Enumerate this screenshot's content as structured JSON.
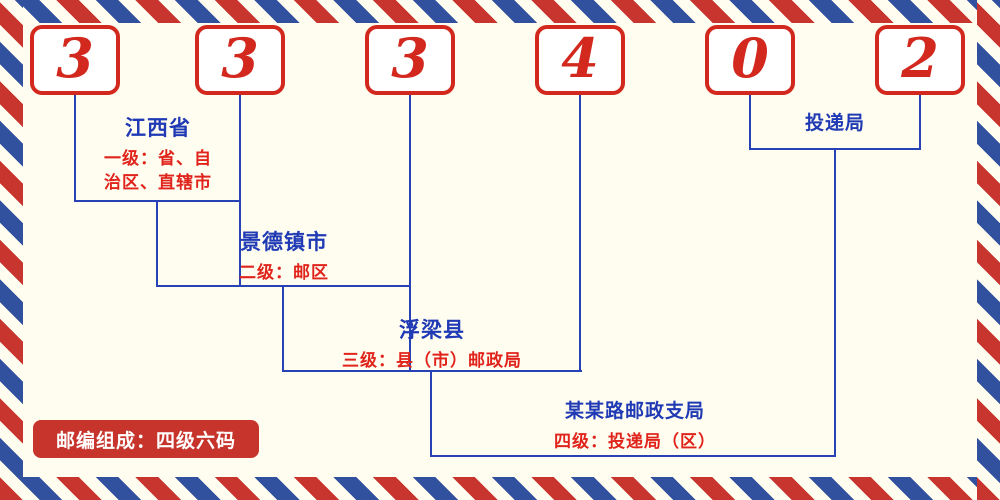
{
  "colors": {
    "background": "#fffdf0",
    "digit_red": "#d2281e",
    "line_blue": "#2742b5",
    "label_blue": "#1f3ab4",
    "label_red": "#e0241c",
    "badge_bg": "#c7342c",
    "badge_text": "#ffffff",
    "stripe_red": "#c8342e",
    "stripe_blue": "#31519e"
  },
  "postcode": {
    "digits": [
      "3",
      "3",
      "3",
      "4",
      "0",
      "2"
    ]
  },
  "levels": {
    "level1": {
      "name": "江西省",
      "desc_line1": "一级：省、自",
      "desc_line2": "治区、直辖市"
    },
    "level2": {
      "name": "景德镇市",
      "desc": "二级：邮区"
    },
    "level3": {
      "name": "浮梁县",
      "desc": "三级：县（市）邮政局"
    },
    "level4": {
      "name": "某某路邮政支局",
      "desc": "四级：投递局（区）"
    },
    "delivery": {
      "name": "投递局"
    }
  },
  "footer": {
    "badge_label": "邮编组成：四级六码"
  }
}
